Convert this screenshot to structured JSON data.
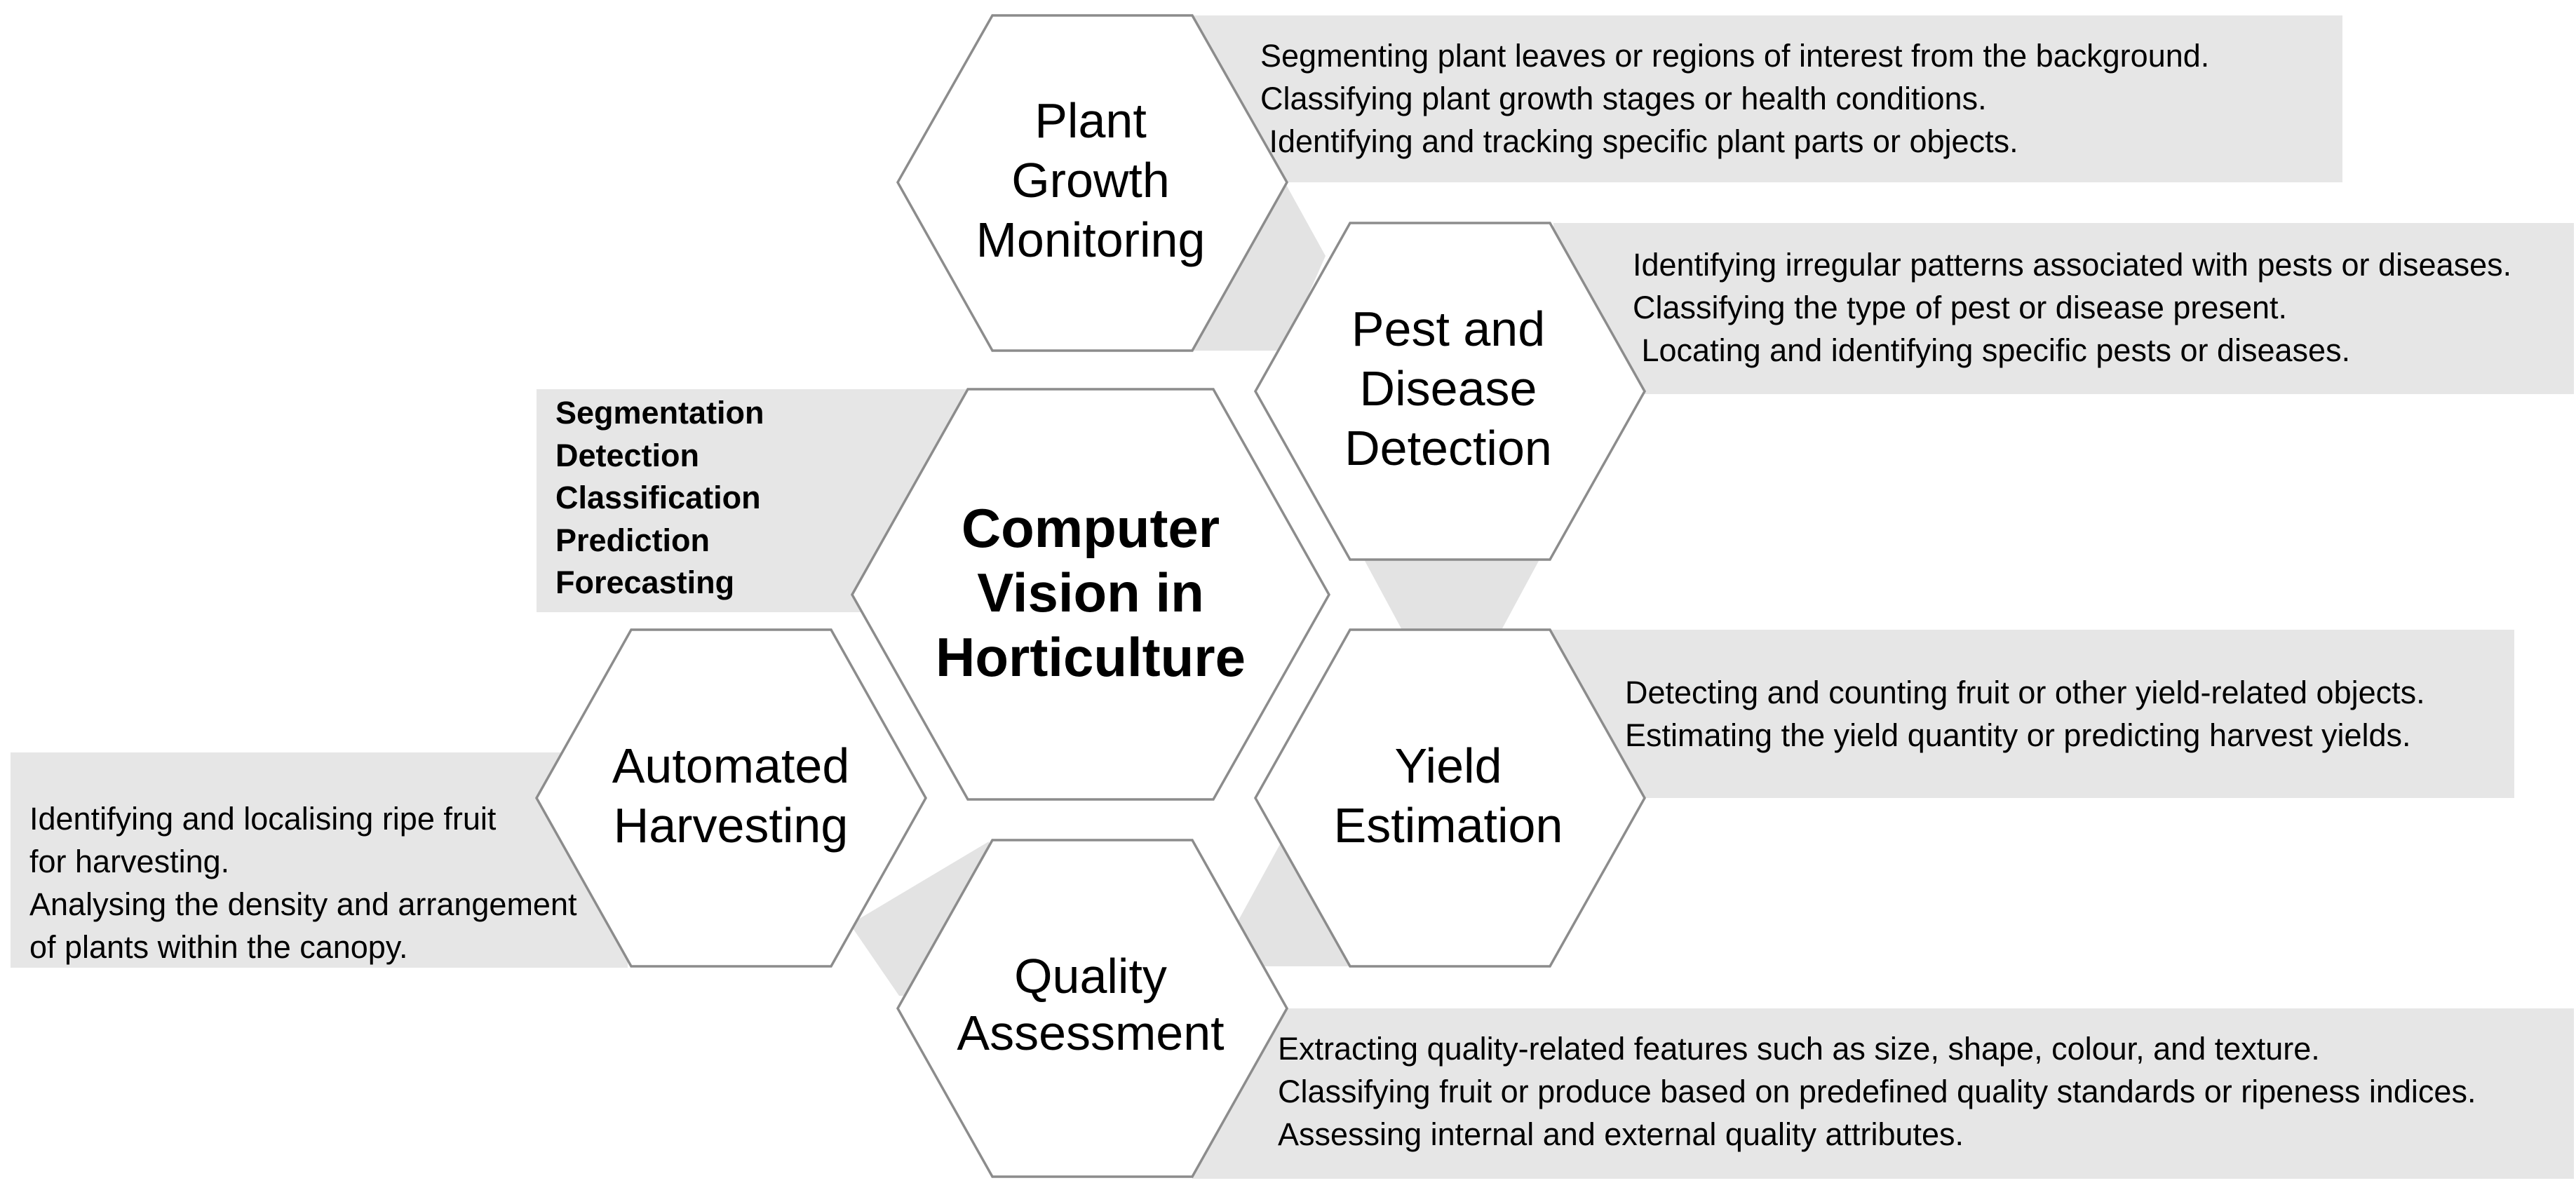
{
  "center": {
    "title_lines": [
      "Computer",
      "Vision in",
      "Horticulture"
    ],
    "tasks": [
      "Segmentation",
      "Detection",
      "Classification",
      "Prediction",
      "Forecasting"
    ]
  },
  "plant_growth": {
    "title_lines": [
      "Plant",
      "Growth",
      "Monitoring"
    ],
    "descriptions": [
      "Segmenting plant leaves or regions of interest from the background.",
      "Classifying plant growth stages or health conditions.",
      " Identifying and tracking specific plant parts or objects."
    ]
  },
  "pest_disease": {
    "title_lines": [
      "Pest and",
      "Disease",
      "Detection"
    ],
    "descriptions": [
      "Identifying irregular patterns associated with pests or diseases.",
      "Classifying the type of pest or disease present.",
      " Locating and identifying specific pests or diseases."
    ]
  },
  "yield": {
    "title_lines": [
      "Yield",
      "Estimation"
    ],
    "descriptions": [
      "Detecting and counting fruit or other yield-related objects.",
      "Estimating the yield quantity or predicting harvest yields."
    ]
  },
  "harvesting": {
    "title_lines": [
      "Automated",
      "Harvesting"
    ],
    "descriptions": [
      "Identifying and localising ripe fruit",
      "for harvesting.",
      "Analysing the density and arrangement",
      "of plants within the canopy."
    ]
  },
  "quality": {
    "title_lines": [
      "Quality",
      "Assessment"
    ],
    "descriptions": [
      "Extracting quality-related features such as size, shape, colour, and texture.",
      "Classifying fruit or produce based on predefined quality standards or ripeness indices.",
      "Assessing internal and external quality attributes."
    ]
  }
}
